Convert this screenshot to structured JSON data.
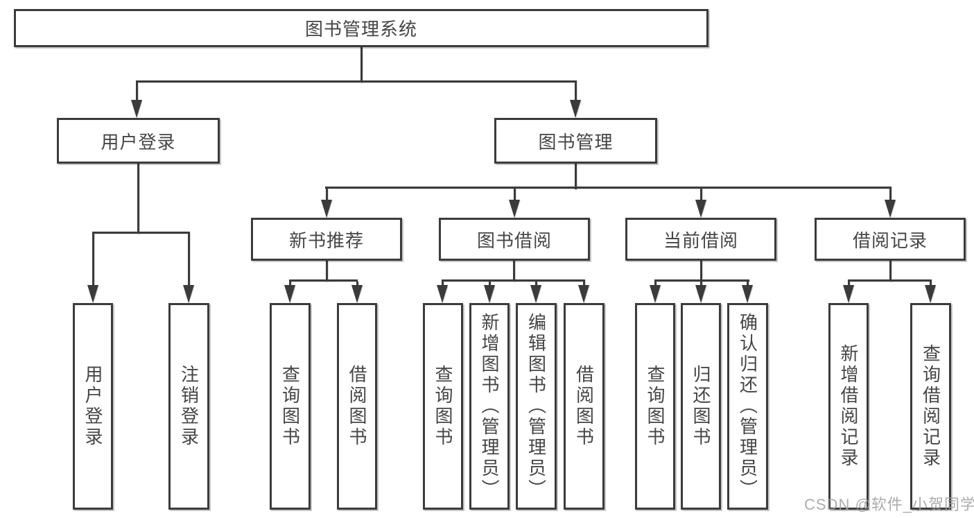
{
  "diagram": {
    "root": {
      "label": "图书管理系统"
    },
    "branches": [
      {
        "label": "用户登录",
        "children": [
          {
            "label": "用户登录"
          },
          {
            "label": "注销登录"
          }
        ]
      },
      {
        "label": "图书管理",
        "sections": [
          {
            "label": "新书推荐",
            "children": [
              {
                "label": "查询图书"
              },
              {
                "label": "借阅图书"
              }
            ]
          },
          {
            "label": "图书借阅",
            "children": [
              {
                "label": "查询图书"
              },
              {
                "label": "新增图书（管理员）"
              },
              {
                "label": "编辑图书（管理员）"
              },
              {
                "label": "借阅图书"
              }
            ]
          },
          {
            "label": "当前借阅",
            "children": [
              {
                "label": "查询图书"
              },
              {
                "label": "归还图书"
              },
              {
                "label": "确认归还（管理员）"
              }
            ]
          },
          {
            "label": "借阅记录",
            "children": [
              {
                "label": "新增借阅记录"
              },
              {
                "label": "查询借阅记录"
              }
            ]
          }
        ]
      }
    ],
    "watermark": "CSDN @软件_小贺同学",
    "colors": {
      "line": "#3b3b3b",
      "text": "#454545",
      "box_background": "#ffffff",
      "page_background": "#ffffff",
      "watermark": "#9e9e9e"
    }
  }
}
